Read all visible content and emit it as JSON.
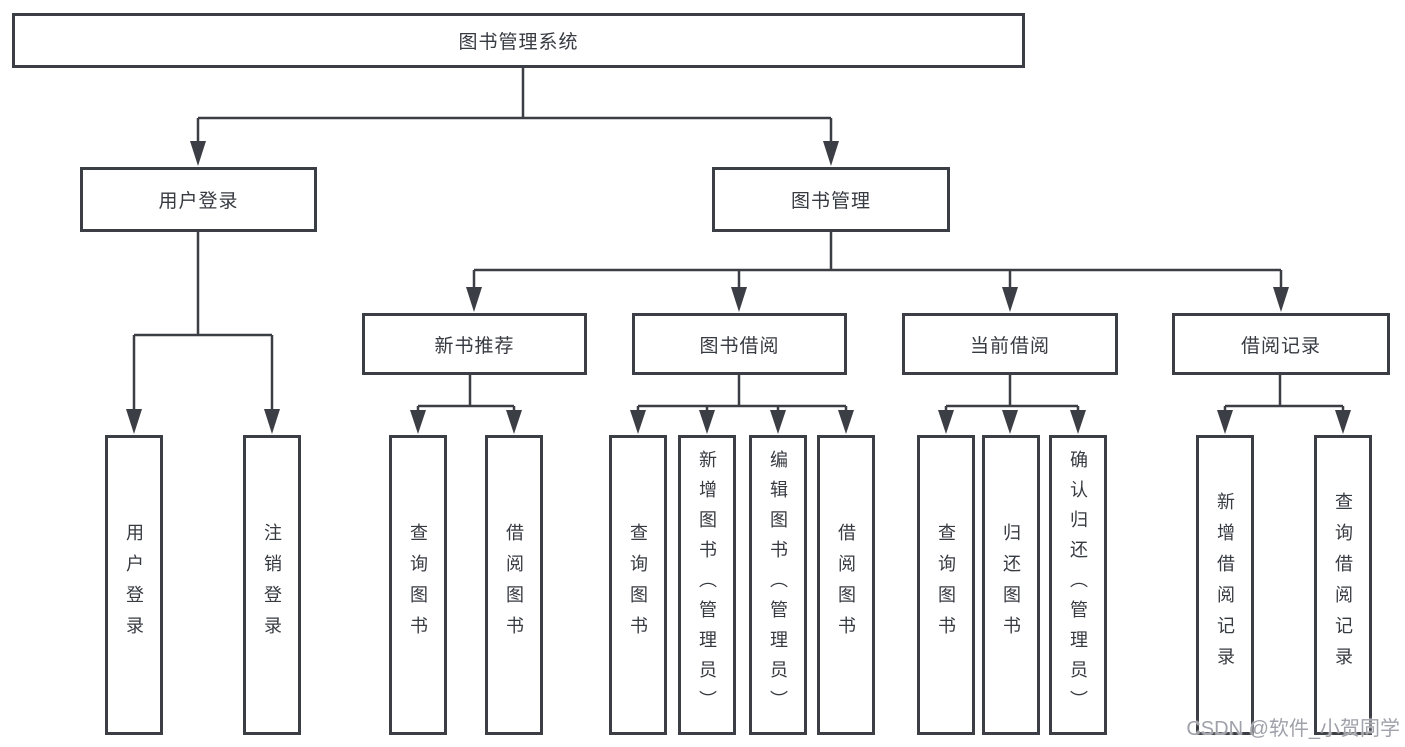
{
  "colors": {
    "line": "#3b3e44",
    "text": "#363a41",
    "background": "#ffffff",
    "watermark": "#9fa2aa"
  },
  "watermark": {
    "text": "CSDN @软件_小贺同学"
  },
  "nodes": {
    "root": {
      "label": "图书管理系统"
    },
    "user_login_branch": {
      "label": "用户登录"
    },
    "book_management": {
      "label": "图书管理"
    },
    "new_book_recommend": {
      "label": "新书推荐"
    },
    "book_borrowing": {
      "label": "图书借阅"
    },
    "current_borrowing": {
      "label": "当前借阅"
    },
    "borrowing_records": {
      "label": "借阅记录"
    },
    "leaf_user_login": {
      "label": "用户登录"
    },
    "leaf_logout": {
      "label": "注销登录"
    },
    "leaf_query_book_new": {
      "label": "查询图书"
    },
    "leaf_borrow_book_new": {
      "label": "借阅图书"
    },
    "leaf_query_book_borrow": {
      "label": "查询图书"
    },
    "leaf_add_book_admin": {
      "label": "新增图书（管理员）"
    },
    "leaf_edit_book_admin": {
      "label": "编辑图书（管理员）"
    },
    "leaf_borrow_book_borrow": {
      "label": "借阅图书"
    },
    "leaf_query_book_current": {
      "label": "查询图书"
    },
    "leaf_return_book": {
      "label": "归还图书"
    },
    "leaf_confirm_return_admin": {
      "label": "确认归还（管理员）"
    },
    "leaf_add_borrow_record": {
      "label": "新增借阅记录"
    },
    "leaf_query_borrow_record": {
      "label": "查询借阅记录"
    }
  },
  "hierarchy": {
    "label": "图书管理系统",
    "children": [
      {
        "label": "用户登录",
        "children": [
          {
            "label": "用户登录"
          },
          {
            "label": "注销登录"
          }
        ]
      },
      {
        "label": "图书管理",
        "children": [
          {
            "label": "新书推荐",
            "children": [
              {
                "label": "查询图书"
              },
              {
                "label": "借阅图书"
              }
            ]
          },
          {
            "label": "图书借阅",
            "children": [
              {
                "label": "查询图书"
              },
              {
                "label": "新增图书（管理员）"
              },
              {
                "label": "编辑图书（管理员）"
              },
              {
                "label": "借阅图书"
              }
            ]
          },
          {
            "label": "当前借阅",
            "children": [
              {
                "label": "查询图书"
              },
              {
                "label": "归还图书"
              },
              {
                "label": "确认归还（管理员）"
              }
            ]
          },
          {
            "label": "借阅记录",
            "children": [
              {
                "label": "新增借阅记录"
              },
              {
                "label": "查询借阅记录"
              }
            ]
          }
        ]
      }
    ]
  }
}
